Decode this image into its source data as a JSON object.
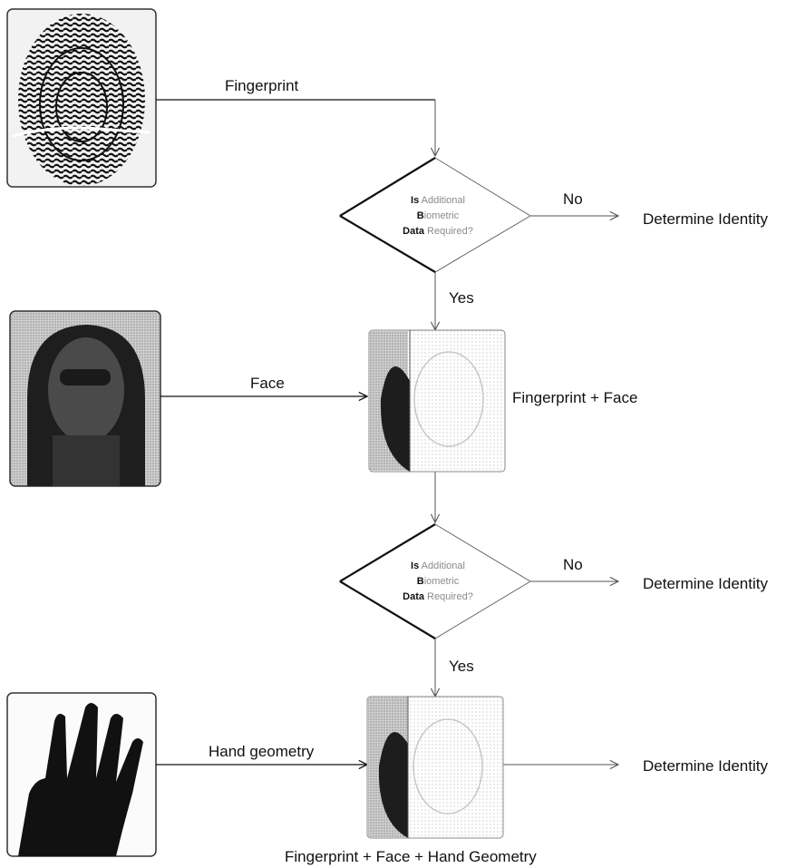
{
  "inputs": {
    "fingerprint_label": "Fingerprint",
    "face_label": "Face",
    "hand_label": "Hand geometry"
  },
  "decisions": [
    {
      "line1_bold": "Is",
      "line1_rest": " Additional",
      "line2_bold": "B",
      "line2_rest": "iometric",
      "line3_bold": "Data",
      "line3_rest": " Required?",
      "no_label": "No",
      "yes_label": "Yes"
    },
    {
      "line1_bold": "Is",
      "line1_rest": " Additional",
      "line2_bold": "B",
      "line2_rest": "iometric",
      "line3_bold": "Data",
      "line3_rest": " Required?",
      "no_label": "No",
      "yes_label": "Yes"
    }
  ],
  "outcomes": {
    "result_1": "Determine Identity",
    "result_2": "Determine Identity",
    "result_3": "Determine Identity"
  },
  "fusions": {
    "fusion_1": "Fingerprint + Face",
    "fusion_2": "Fingerprint + Face + Hand Geometry"
  }
}
